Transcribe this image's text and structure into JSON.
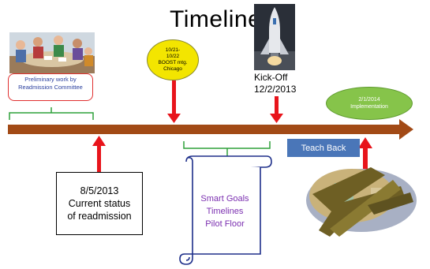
{
  "title": "Timeline",
  "events": {
    "preliminary": "Preliminary work by Readmission Committee",
    "boost_line1": "10/21-",
    "boost_line2": "10/22",
    "boost_line3": "BOOST mtg.",
    "boost_line4": "Chicago",
    "kickoff_line1": "Kick-Off",
    "kickoff_line2": "12/2/2013",
    "implementation_line1": "2/1/2014",
    "implementation_line2": "Implementation",
    "status_line1": "8/5/2013",
    "status_line2": "Current status",
    "status_line3": "of readmission",
    "teach_back": "Teach Back",
    "scroll_line1": "Smart Goals",
    "scroll_line2": "Timelines",
    "scroll_line3": "Pilot Floor"
  },
  "colors": {
    "arrow": "#a24a16",
    "red_arrow": "#e8141b",
    "bracket": "#2ea03a",
    "teach_back": "#4a76b8",
    "scroll_text": "#7b2fb0"
  },
  "icons": [
    "meeting-clipart-icon",
    "space-shuttle-icon",
    "fighter-jets-icon",
    "scroll-icon"
  ]
}
